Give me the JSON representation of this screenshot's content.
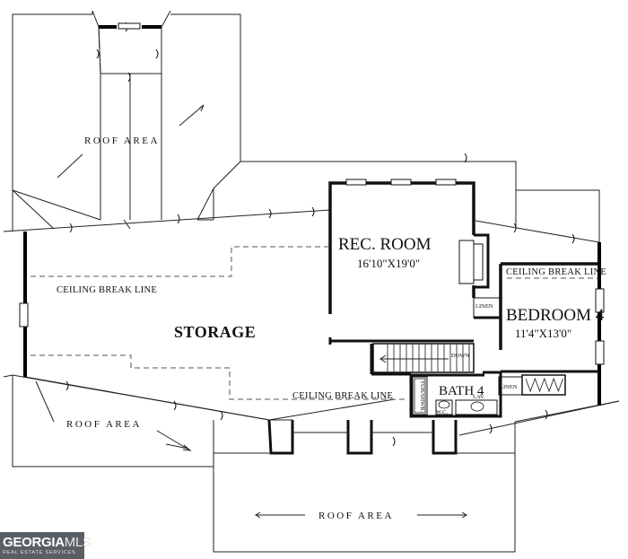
{
  "labels": {
    "roof_area_top": "ROOF AREA",
    "roof_area_left": "ROOF AREA",
    "roof_area_bottom": "ROOF AREA",
    "rec_room": "REC. ROOM",
    "rec_room_dim": "16'10\"X19'0\"",
    "storage": "STORAGE",
    "ceiling_break_left": "CEILING BREAK LINE",
    "ceiling_break_center": "CEILING BREAK LINE",
    "ceiling_break_right": "CEILING BREAK LINE",
    "bedroom": "BEDROOM 4",
    "bedroom_dim": "11'4\"X13'0\"",
    "bath": "BATH 4",
    "linen_upper": "LINEN",
    "linen_lower": "LINEN",
    "stairs_down": "DOWN",
    "tub_shower": "TUB/SHWR.",
    "wc": "W.C.",
    "lav": "LAV."
  },
  "logo": {
    "brand_bold": "GEORGIA",
    "brand_light": "MLS",
    "tagline": "REAL ESTATE SERVICES"
  }
}
